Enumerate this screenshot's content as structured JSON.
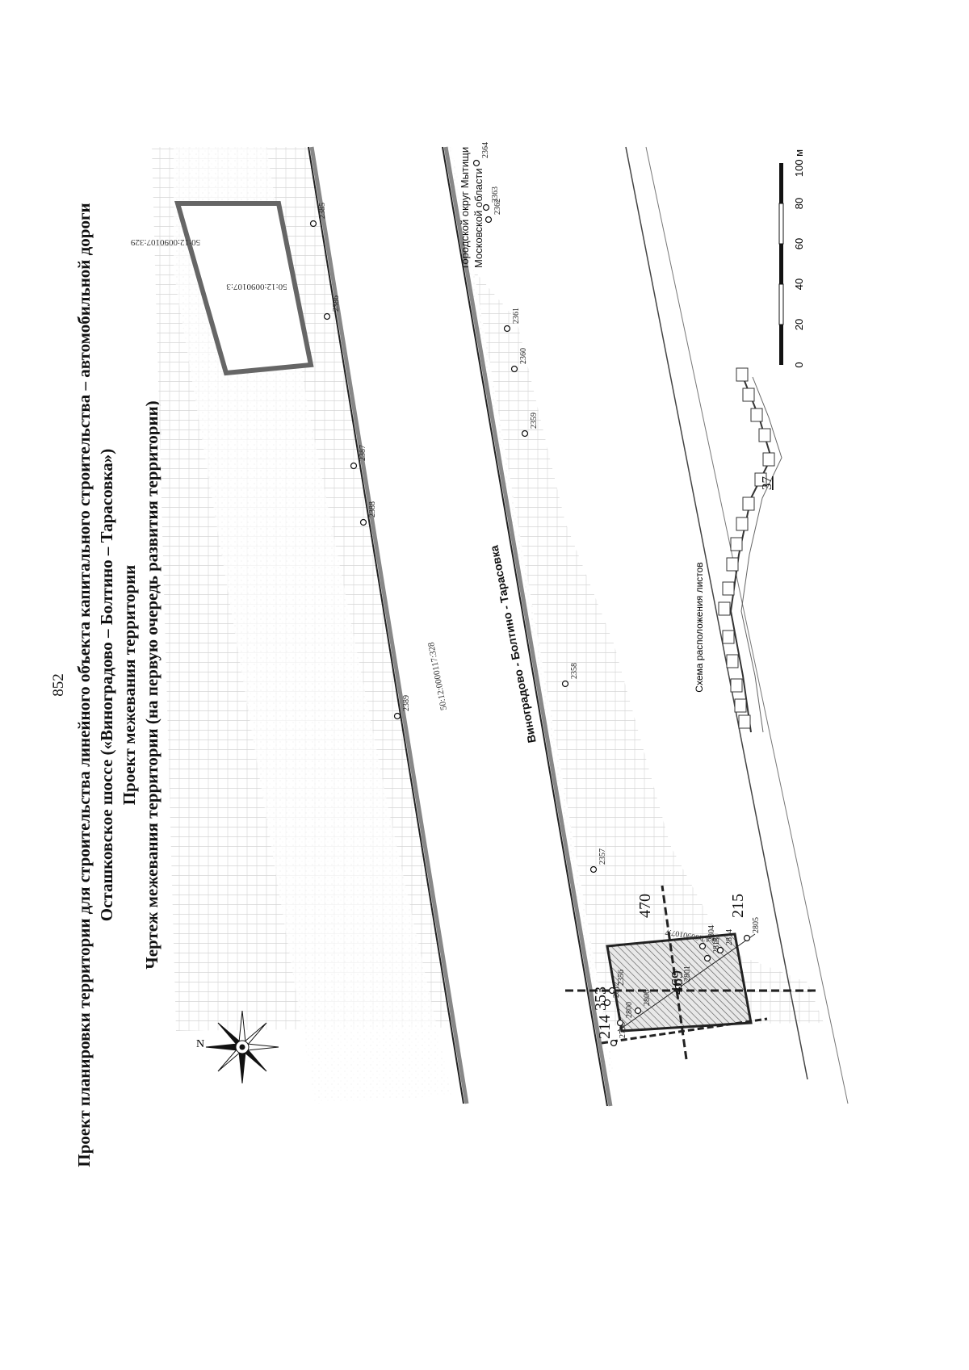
{
  "page_number": "852",
  "title": {
    "line1": "Проект планировки территории для строительства линейного объекта капитального строительства – автомобильной дороги",
    "line2": "Осташковское шоссе («Виноградово – Болтино – Тарасовка»)",
    "line3": "Проект межевания территории",
    "line4": "Чертеж межевания территории (на первую очередь развития территории)"
  },
  "map": {
    "road_label": "Виноградово - Болтино - Тарасовка",
    "district_label_1": "городской округ Мытищи",
    "district_label_2": "Московской области",
    "parcels": [
      {
        "id": "50:12:0090107:329",
        "label": "50:12:0090107:329"
      },
      {
        "id": "50:12:0090107:3",
        "label": "50:12:0090107:3"
      },
      {
        "id": "50:12:0000117:328",
        "label": "50:12:0000117:328"
      },
      {
        "id": "50:12:0090107:7",
        "label": "50:12:0090107:7"
      }
    ],
    "points": [
      "2356",
      "2357",
      "2358",
      "2359",
      "2360",
      "2361",
      "2362",
      "2363",
      "2364",
      "2385",
      "2386",
      "2387",
      "2388",
      "2389",
      "2798",
      "2800",
      "2801",
      "2804",
      "2805",
      "2806",
      "2812",
      "2813",
      "2814"
    ],
    "zone_numbers": [
      "214",
      "353",
      "469",
      "470",
      "215"
    ],
    "compass_letter": "N"
  },
  "scale_bar": {
    "ticks": [
      "0",
      "20",
      "40",
      "60",
      "80",
      "100 м"
    ]
  },
  "layout_scheme": {
    "caption": "Схема расположения листов",
    "sheet_number": "37"
  }
}
